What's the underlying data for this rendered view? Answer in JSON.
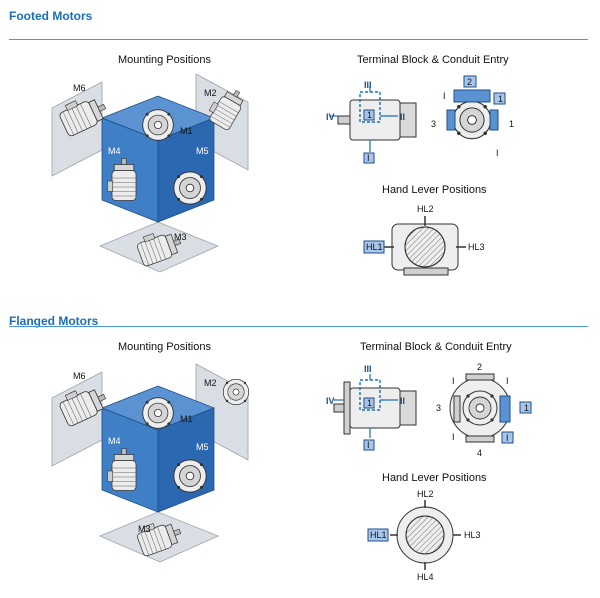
{
  "sections": [
    {
      "title": "Footed Motors",
      "mounting": {
        "heading": "Mounting Positions",
        "labels": {
          "m1": "M1",
          "m2": "M2",
          "m3": "M3",
          "m4": "M4",
          "m5": "M5",
          "m6": "M6"
        }
      },
      "terminal": {
        "heading": "Terminal Block & Conduit Entry",
        "labels": {
          "iii": "III",
          "iv": "IV",
          "ii": "II",
          "i": "I",
          "one": "1",
          "two": "2",
          "three": "3"
        }
      },
      "lever": {
        "heading": "Hand Lever Positions",
        "labels": {
          "hl1": "HL1",
          "hl2": "HL2",
          "hl3": "HL3"
        }
      }
    },
    {
      "title": "Flanged Motors",
      "mounting": {
        "heading": "Mounting Positions",
        "labels": {
          "m1": "M1",
          "m2": "M2",
          "m3": "M3",
          "m4": "M4",
          "m5": "M5",
          "m6": "M6"
        }
      },
      "terminal": {
        "heading": "Terminal Block & Conduit Entry",
        "labels": {
          "iii": "III",
          "iv": "IV",
          "ii": "II",
          "i": "I",
          "one": "1",
          "two": "2",
          "three": "3",
          "four": "4"
        }
      },
      "lever": {
        "heading": "Hand Lever Positions",
        "labels": {
          "hl1": "HL1",
          "hl2": "HL2",
          "hl3": "HL3",
          "hl4": "HL4"
        }
      }
    }
  ],
  "colors": {
    "accent": "#1b6fb8",
    "cube_front": "#3f7fc6",
    "cube_side": "#2c68b0",
    "plane": "#d9dde4",
    "tag": "#a9c6ea"
  }
}
